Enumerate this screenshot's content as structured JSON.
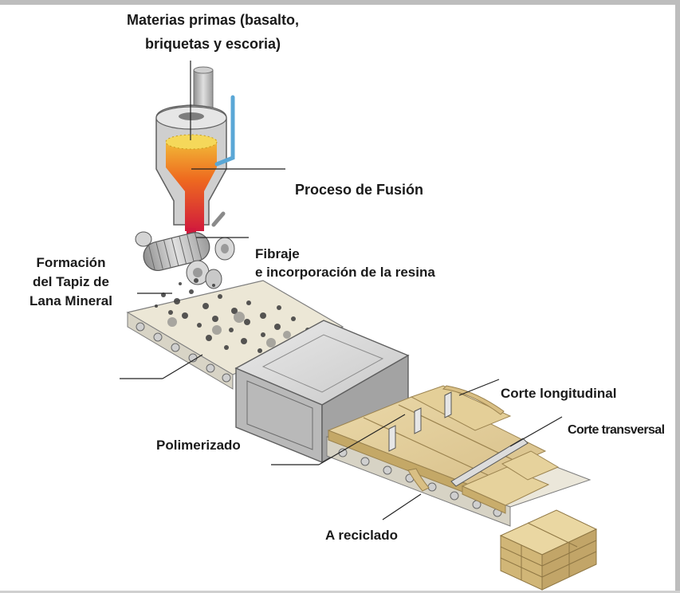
{
  "labels": {
    "raw_materials_line1": "Materias primas (basalto,",
    "raw_materials_line2": "briquetas y escoria)",
    "fusion": "Proceso de Fusión",
    "fiber_line1": "Fibraje",
    "fiber_line2": "e incorporación de la resina",
    "mat_line1": "Formación",
    "mat_line2": "del Tapiz de",
    "mat_line3": "Lana Mineral",
    "polymerized": "Polimerizado",
    "longitudinal_cut": "Corte longitudinal",
    "transverse_cut": "Corte transversal",
    "recycling": "A reciclado"
  },
  "colors": {
    "frame": "#bdbdbd",
    "metal": "#a7a7a7",
    "metal_light": "#d9d9d9",
    "melt_yellow": "#f2c23a",
    "melt_orange": "#ee6a1f",
    "melt_red": "#d11a3c",
    "water_pipe": "#5aa7d6",
    "wool": "#e2cd97",
    "wool_dark": "#c4a867",
    "belt": "#ebe7da"
  }
}
